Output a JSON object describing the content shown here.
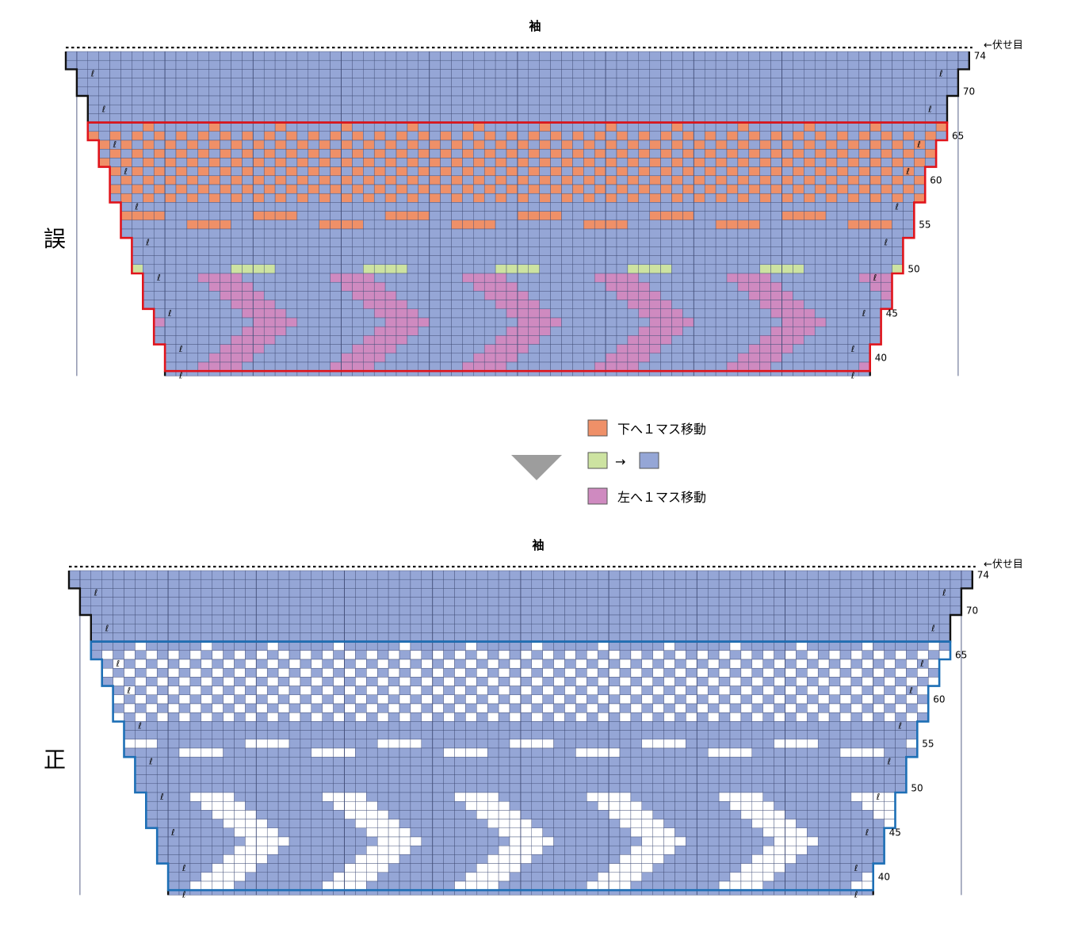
{
  "sleeve_label": "袖",
  "bindoff_label": "←伏せ目",
  "decrease_symbol": "ℓ",
  "wrong": {
    "label": "誤",
    "row_labels": [
      "74",
      "70",
      "65",
      "60",
      "55",
      "50",
      "45",
      "40"
    ]
  },
  "right": {
    "label": "正",
    "row_labels": [
      "74",
      "70",
      "65",
      "60",
      "55",
      "50",
      "45",
      "40"
    ]
  },
  "legend": {
    "move_down": "下へ１マス移動",
    "arrow": "→",
    "move_left": "左へ１マス移動"
  },
  "colors": {
    "blue": "#95a6d6",
    "orange": "#ef9068",
    "green": "#cde3a1",
    "pink": "#cf8ac0",
    "white": "#ffffff",
    "grid": "#44507a",
    "wrong_outline": "#e0141b",
    "right_outline": "#1d6fb5",
    "triangle": "#9d9d9d"
  },
  "chart": {
    "stitches": 82,
    "rows": 37,
    "top_row": 74,
    "bottom_row": 38,
    "pattern_rows": [
      39,
      66
    ],
    "pattern_repeat": 12
  }
}
